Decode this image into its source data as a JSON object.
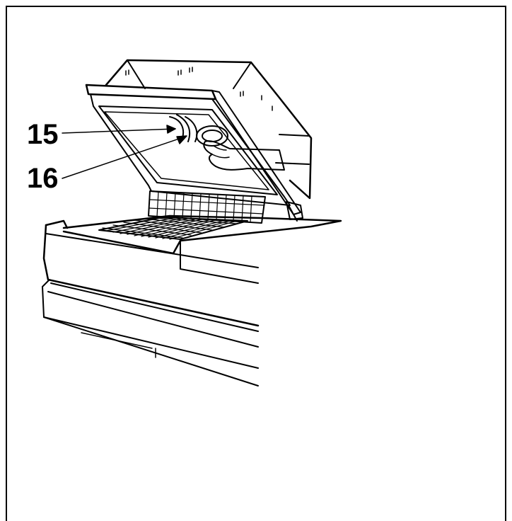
{
  "figure": {
    "callouts": [
      {
        "id": "15",
        "label": "15"
      },
      {
        "id": "16",
        "label": "16"
      }
    ],
    "colors": {
      "ink": "#000000",
      "paper": "#ffffff"
    }
  }
}
